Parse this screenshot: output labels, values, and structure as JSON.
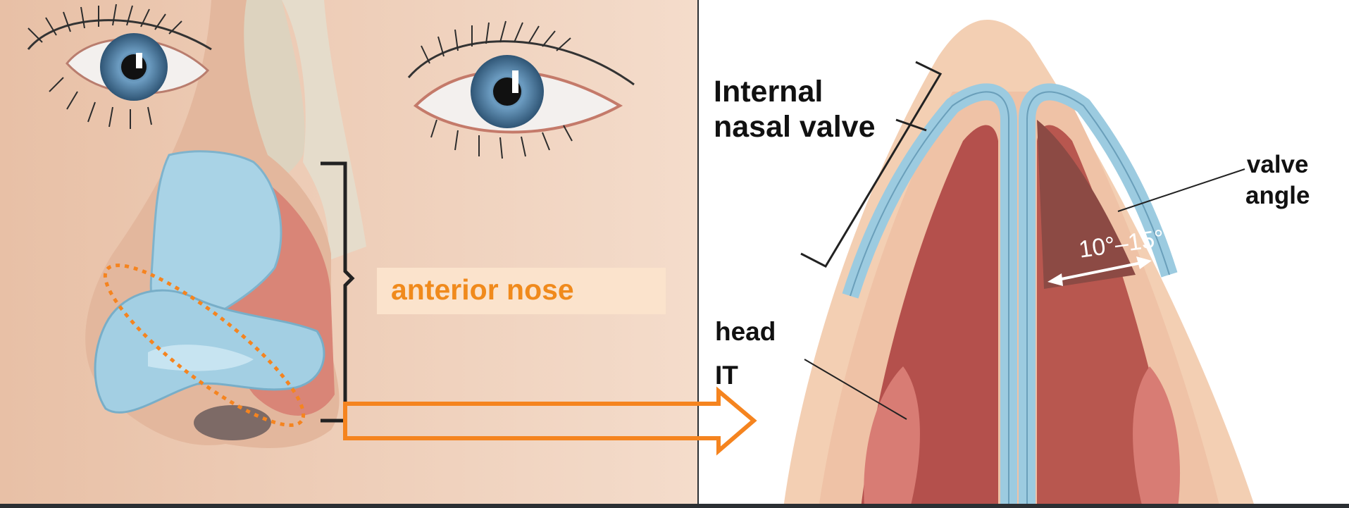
{
  "labels": {
    "internal_nasal_valve": "Internal\nnasal valve",
    "valve_angle": "valve\nangle",
    "angle_value": "10°–15°",
    "head_it": "head\nIT",
    "anterior_nose": "anterior nose"
  },
  "colors": {
    "orange": "#f5841f",
    "cartilage_blue": "#a9d3e6",
    "cavity_red": "#b8504e",
    "skin": "#f2cfb4"
  }
}
